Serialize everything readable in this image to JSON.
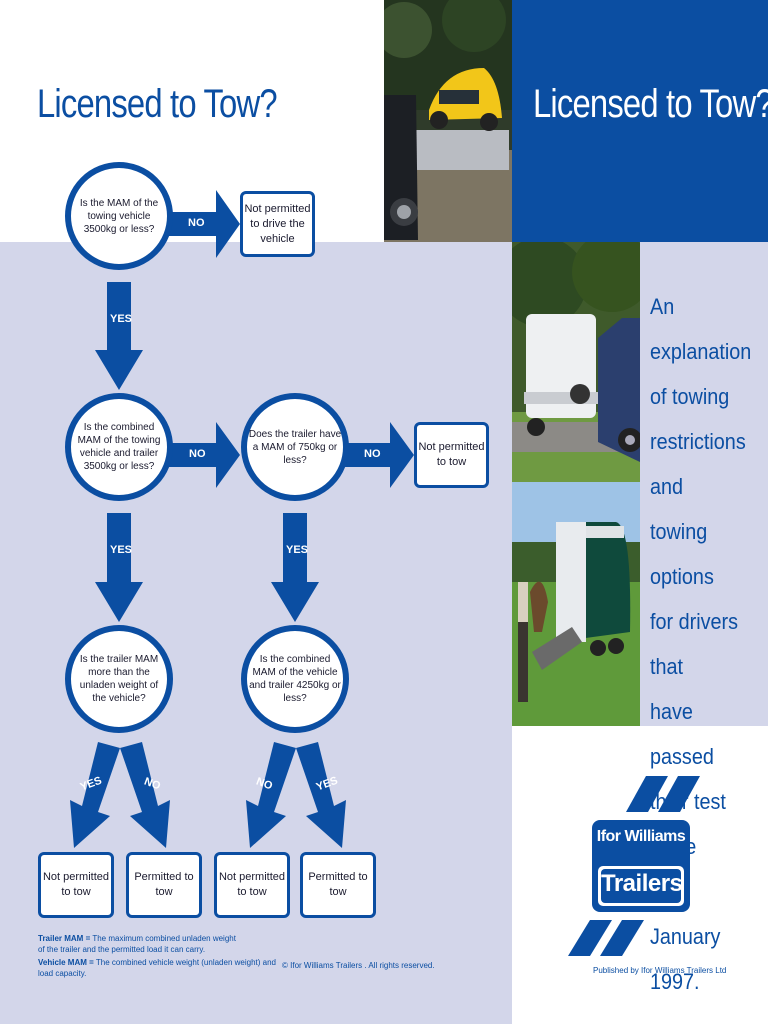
{
  "title": "Licensed to Tow?",
  "explanation": "An explanation\nof towing\nrestrictions and\ntowing options\nfor drivers that\nhave passed\ntheir test since\n1st January\n1997.",
  "colors": {
    "brand_blue": "#0b4ea2",
    "lavender": "#d3d6ea"
  },
  "flowchart": {
    "q1": "Is the MAM of the towing vehicle 3500kg or less?",
    "q2": "Is the combined MAM of the towing vehicle and trailer 3500kg or less?",
    "q3": "Does the trailer have a MAM of 750kg or less?",
    "q4": "Is the trailer MAM more than the unladen weight of the vehicle?",
    "q5": "Is the combined MAM of the vehicle and trailer 4250kg or less?",
    "r1": "Not permitted to drive the vehicle",
    "r2": "Not permitted to tow",
    "r3": "Not permitted to tow",
    "r4": "Permitted to tow",
    "r5": "Not permitted to tow",
    "r6": "Permitted to tow",
    "yes": "YES",
    "no": "NO"
  },
  "footnote": {
    "trailer_term": "Trailer MAM =",
    "trailer_def": "The maximum combined unladen weight of the trailer and the permitted load it can carry.",
    "vehicle_term": "Vehicle MAM =",
    "vehicle_def": "The combined vehicle        weight (unladen weight) and load capacity.",
    "copyright": "© Ifor Williams Trailers        . All rights reserved."
  },
  "logo": {
    "line1": "Ifor Williams",
    "line2": "Trailers"
  },
  "publisher": "Published by Ifor Williams Trailers Ltd"
}
